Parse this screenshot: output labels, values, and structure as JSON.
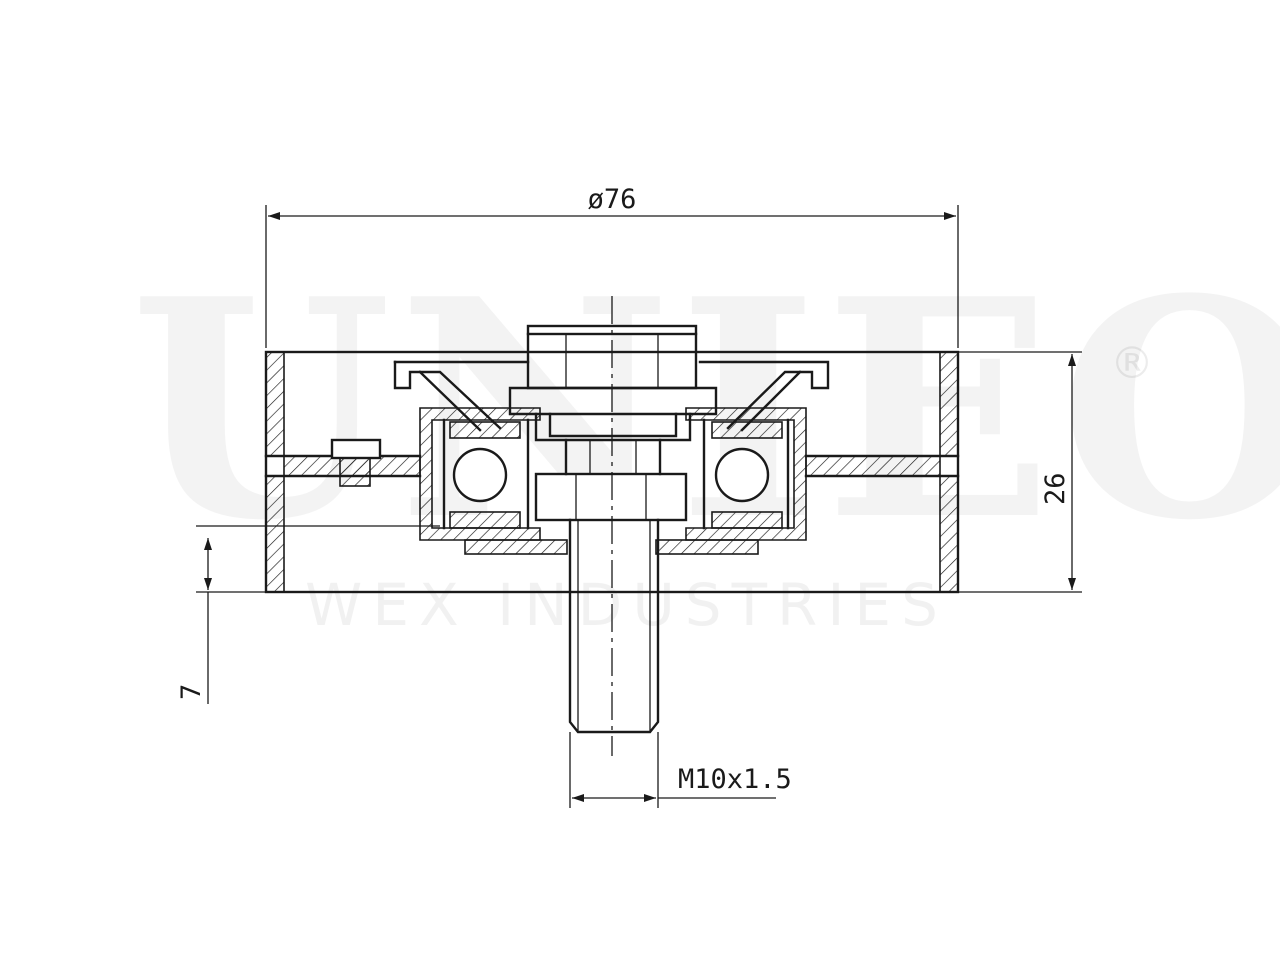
{
  "watermark": {
    "brand": "UNIEO",
    "registered_mark": "®",
    "company": "WEX INDUSTRIES"
  },
  "dimensions": {
    "outer_diameter": "ø76",
    "width": "26",
    "offset": "7",
    "thread": "M10x1.5"
  }
}
